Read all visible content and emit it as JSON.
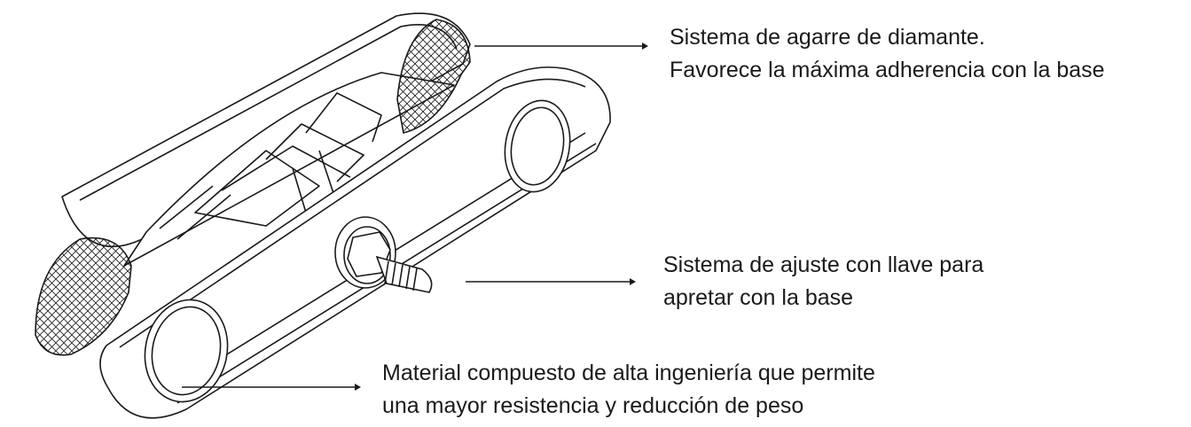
{
  "callouts": {
    "grip": {
      "line1": "Sistema de agarre de diamante.",
      "line2": "Favorece la máxima adherencia con la base"
    },
    "adjust": {
      "line1": "Sistema de ajuste con llave para",
      "line2": "apretar con la base"
    },
    "material": {
      "line1": "Material compuesto de alta ingeniería que permite",
      "line2": "una mayor resistencia y reducción de peso"
    }
  },
  "colors": {
    "line": "#1a1a1a",
    "text": "#1a1a1a",
    "background": "#ffffff"
  }
}
